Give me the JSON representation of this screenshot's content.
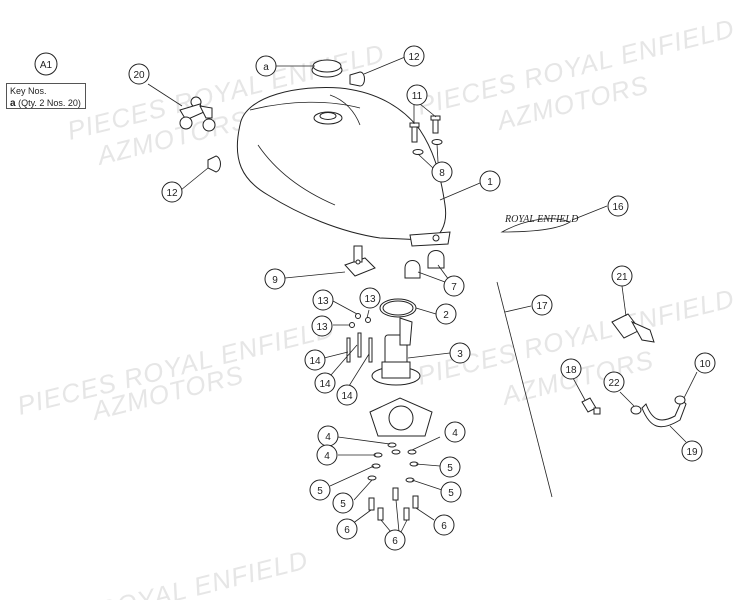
{
  "watermarks": [
    {
      "text": "PIECES ROYAL ENFIELD"
    },
    {
      "text": "AZMOTORS"
    },
    {
      "text": "PIECES ROYAL ENFIELD"
    },
    {
      "text": "AZMOTORS"
    },
    {
      "text": "PIECES ROYAL ENFIELD"
    },
    {
      "text": "AZMOTORS"
    },
    {
      "text": "PIECES ROYAL ENFIELD"
    },
    {
      "text": "AZMOTORS"
    },
    {
      "text": "ROYAL ENFIELD"
    }
  ],
  "key_notes": {
    "title": "Key Nos.",
    "marker": "a",
    "note": "(Qty. 2 Nos. 20)"
  },
  "logo_text": "ROYAL ENFIELD",
  "callouts": [
    {
      "label": "A1"
    },
    {
      "label": "a"
    },
    {
      "label": "12"
    },
    {
      "label": "20"
    },
    {
      "label": "11"
    },
    {
      "label": "12"
    },
    {
      "label": "8"
    },
    {
      "label": "1"
    },
    {
      "label": "16"
    },
    {
      "label": "9"
    },
    {
      "label": "7"
    },
    {
      "label": "13"
    },
    {
      "label": "13"
    },
    {
      "label": "13"
    },
    {
      "label": "2"
    },
    {
      "label": "17"
    },
    {
      "label": "21"
    },
    {
      "label": "3"
    },
    {
      "label": "14"
    },
    {
      "label": "14"
    },
    {
      "label": "14"
    },
    {
      "label": "18"
    },
    {
      "label": "10"
    },
    {
      "label": "22"
    },
    {
      "label": "19"
    },
    {
      "label": "4"
    },
    {
      "label": "4"
    },
    {
      "label": "4"
    },
    {
      "label": "5"
    },
    {
      "label": "5"
    },
    {
      "label": "5"
    },
    {
      "label": "5"
    },
    {
      "label": "6"
    },
    {
      "label": "6"
    },
    {
      "label": "6"
    }
  ]
}
